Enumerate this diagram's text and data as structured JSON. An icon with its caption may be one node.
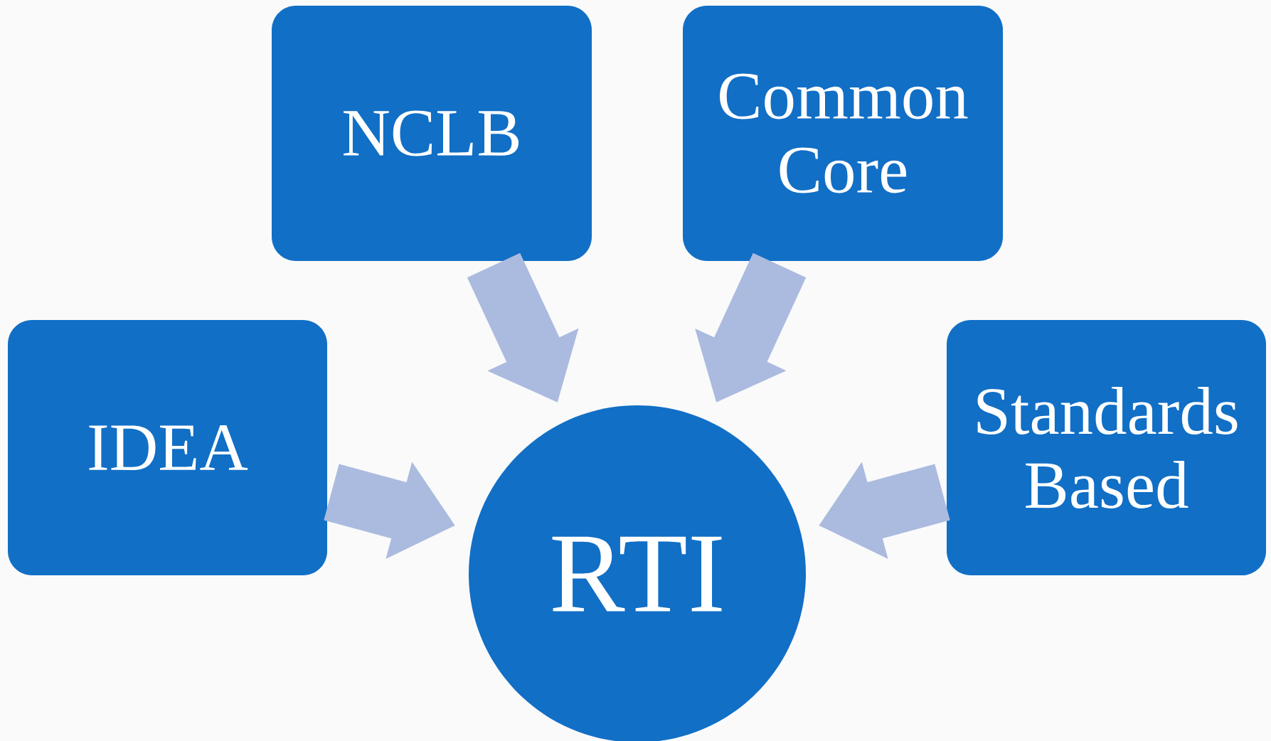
{
  "diagram": {
    "nodes": [
      {
        "text": [
          "NCLB"
        ]
      },
      {
        "text": [
          "Common Core"
        ]
      },
      {
        "text": [
          "IDEA"
        ]
      },
      {
        "text": [
          "Standards Based"
        ]
      },
      {
        "text": [
          "RTI"
        ]
      }
    ],
    "edges": [
      {
        "from": 0,
        "to": 4,
        "arrow": "to"
      },
      {
        "from": 1,
        "to": 4,
        "arrow": "to"
      },
      {
        "from": 2,
        "to": 4,
        "arrow": "to"
      },
      {
        "from": 3,
        "to": 4,
        "arrow": "to"
      }
    ]
  }
}
